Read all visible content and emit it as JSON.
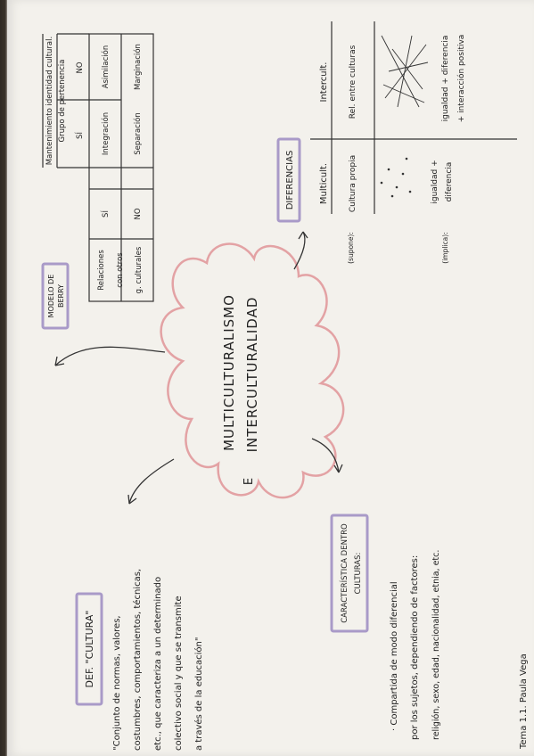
{
  "center": {
    "line1": "MULTICULTURALISMO",
    "conj": "E",
    "line2": "INTERCULTURALIDAD"
  },
  "bobby": {
    "title_line1": "MODELO DE",
    "title_line2": "BERRY",
    "col_header": "Mantenimiento identidad cultural.",
    "col_sub": "Grupo de pertenencia",
    "col_si": "SÍ",
    "col_no": "NO",
    "row_header": [
      "Relaciones",
      "con otros",
      "g. culturales"
    ],
    "row_si": "SÍ",
    "row_no": "NO",
    "cells": [
      "Integración",
      "Asimilación",
      "Separación",
      "Marginación"
    ]
  },
  "differences": {
    "title": "DIFERENCIAS",
    "col1": "Multicult.",
    "col2": "Intercult.",
    "row1_label": "(supone):",
    "row1_col1": "Cultura propia",
    "row1_col2": "Rel. entre culturas",
    "row2_label": "(implica):",
    "row2_col1_line1": "igualdad +",
    "row2_col1_line2": "diferencia",
    "row2_col2_line1": "igualdad + diferencia",
    "row2_col2_line2": "+ interacción positiva"
  },
  "culture_def": {
    "title": "DEF. \"CULTURA\"",
    "lines": [
      "\"Conjunto de normas, valores,",
      "costumbres, comportamientos, técnicas,",
      "etc., que caracteriza a un determinado",
      "colectivo social y que se transmite",
      "a través de la educación\""
    ]
  },
  "characteristic": {
    "title_line1": "CARACTERÍSTICA DENTRO",
    "title_line2": "CULTURAS:",
    "lines": [
      "· Compartida de modo diferencial",
      "por los sujetos, dependiendo de factores:",
      "religión, sexo, edad, nacionalidad, etnia, etc."
    ]
  },
  "footer": "Tema 1.1. Paula Vega",
  "colors": {
    "cloud": "#e3a2a4",
    "box_border": "#a99ac8",
    "ink": "#222222",
    "paper": "#f3f1ec"
  }
}
